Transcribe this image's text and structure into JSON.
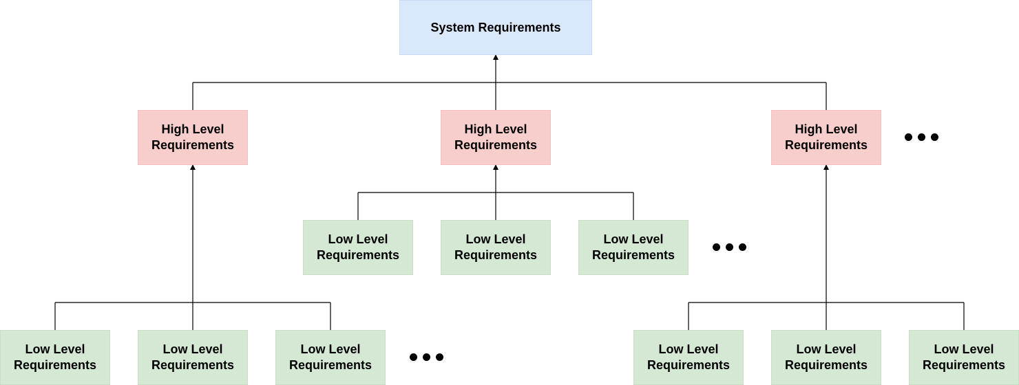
{
  "colors": {
    "system_fill": "#dae8fc",
    "system_border": "#c9dcf6",
    "high_fill": "#f8cecc",
    "high_border": "#f4c1bf",
    "low_fill": "#d5e8d4",
    "low_border": "#c7e0c6",
    "line": "#000000"
  },
  "diagram": {
    "system": {
      "label": "System Requirements"
    },
    "high_level": [
      {
        "label": "High Level Requirements"
      },
      {
        "label": "High Level Requirements"
      },
      {
        "label": "High Level Requirements"
      }
    ],
    "low_level_groups": [
      [
        {
          "label": "Low Level Requirements"
        },
        {
          "label": "Low Level Requirements"
        },
        {
          "label": "Low Level Requirements"
        }
      ],
      [
        {
          "label": "Low Level Requirements"
        },
        {
          "label": "Low Level Requirements"
        },
        {
          "label": "Low Level Requirements"
        }
      ],
      [
        {
          "label": "Low Level Requirements"
        },
        {
          "label": "Low Level Requirements"
        },
        {
          "label": "Low Level Requirements"
        }
      ]
    ]
  }
}
